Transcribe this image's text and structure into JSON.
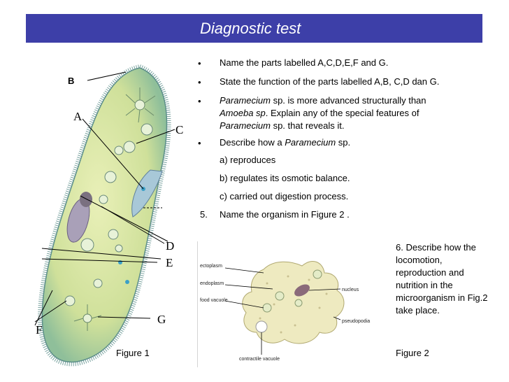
{
  "title": "Diagnostic test",
  "questions": {
    "q1": "Name the parts labelled A,C,D,E,F and G.",
    "q2": "State the function of  the parts labelled A,B, C,D  dan G.",
    "q3_italic_a": "Paramecium",
    "q3_text_a": " sp. is more advanced structurally than",
    "q3_italic_b": "Amoeba sp",
    "q3_text_b": ". Explain any of the special features of",
    "q3_italic_c": "Paramecium",
    "q3_text_c": " sp. that reveals it.",
    "q4_text": "Describe how a ",
    "q4_italic": "Paramecium",
    "q4_end": " sp.",
    "sub_a": "a)  reproduces",
    "sub_b": "b)  regulates its osmotic balance.",
    "sub_c": "c)  carried out digestion process.",
    "q5_num": "5.",
    "q5": "Name the organism in Figure 2 .",
    "q6": "6. Describe how the locomotion, reproduction and nutrition in the microorganism in Fig.2 take place."
  },
  "figure1": {
    "caption": "Figure 1",
    "labels": {
      "a": "A",
      "b": "B",
      "c": "C",
      "d": "D",
      "e": "E",
      "f": "F",
      "g": "G"
    }
  },
  "figure2": {
    "caption": "Figure 2",
    "labels": {
      "ectoplasm": "ectoplasm",
      "endoplasm": "endoplasm",
      "food_vacuole": "food vacuole",
      "nucleus": "nucleus",
      "pseudopodia": "pseudopodia",
      "contractile_vacuole": "contractile vacuole"
    }
  },
  "colors": {
    "title_bar": "#3d3fa8",
    "title_text": "#ffffff"
  }
}
